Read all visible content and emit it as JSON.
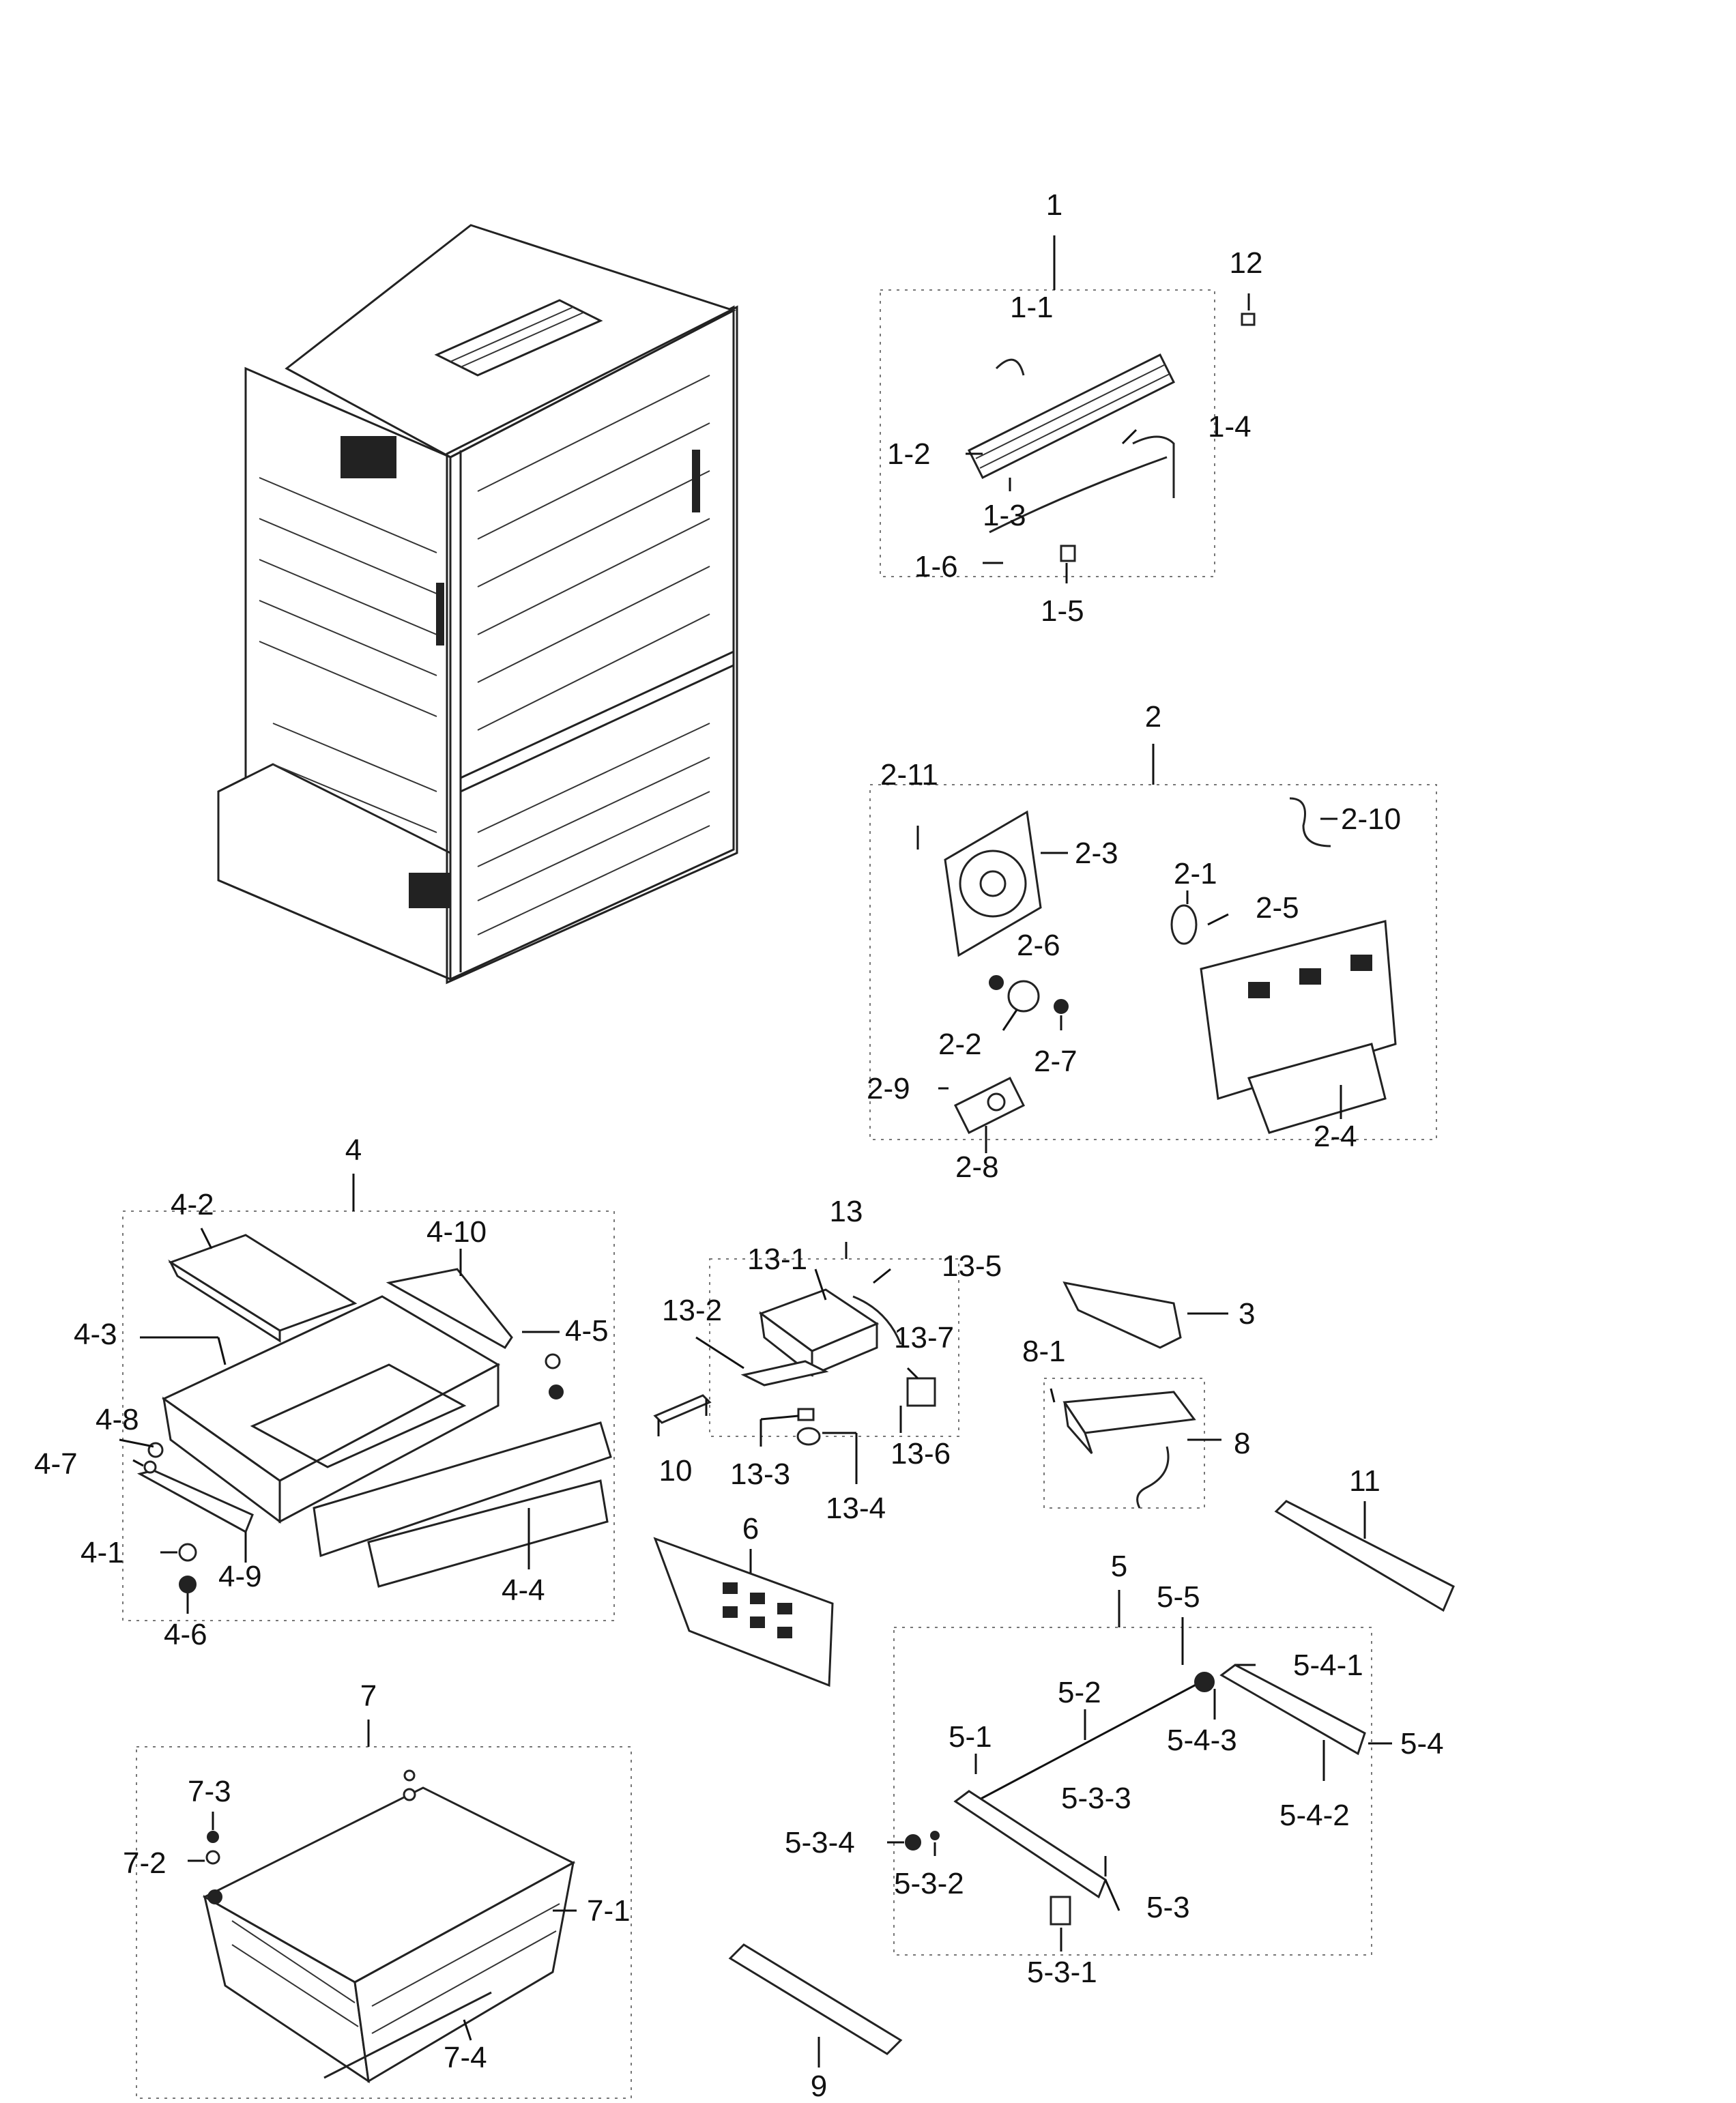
{
  "labels": {
    "l1": "1",
    "l1_1": "1-1",
    "l1_2": "1-2",
    "l1_3": "1-3",
    "l1_4": "1-4",
    "l1_5": "1-5",
    "l1_6": "1-6",
    "l12": "12",
    "l2": "2",
    "l2_1": "2-1",
    "l2_2": "2-2",
    "l2_3": "2-3",
    "l2_4": "2-4",
    "l2_5": "2-5",
    "l2_6": "2-6",
    "l2_7": "2-7",
    "l2_8": "2-8",
    "l2_9": "2-9",
    "l2_10": "2-10",
    "l2_11": "2-11",
    "l3": "3",
    "l4": "4",
    "l4_1": "4-1",
    "l4_2": "4-2",
    "l4_3": "4-3",
    "l4_4": "4-4",
    "l4_5": "4-5",
    "l4_6": "4-6",
    "l4_7": "4-7",
    "l4_8": "4-8",
    "l4_9": "4-9",
    "l4_10": "4-10",
    "l5": "5",
    "l5_1": "5-1",
    "l5_2": "5-2",
    "l5_3": "5-3",
    "l5_3_1": "5-3-1",
    "l5_3_2": "5-3-2",
    "l5_3_3": "5-3-3",
    "l5_3_4": "5-3-4",
    "l5_4": "5-4",
    "l5_4_1": "5-4-1",
    "l5_4_2": "5-4-2",
    "l5_4_3": "5-4-3",
    "l5_5": "5-5",
    "l6": "6",
    "l7": "7",
    "l7_1": "7-1",
    "l7_2": "7-2",
    "l7_3": "7-3",
    "l7_4": "7-4",
    "l8": "8",
    "l8_1": "8-1",
    "l9": "9",
    "l10": "10",
    "l11": "11",
    "l13": "13",
    "l13_1": "13-1",
    "l13_2": "13-2",
    "l13_3": "13-3",
    "l13_4": "13-4",
    "l13_5": "13-5",
    "l13_6": "13-6",
    "l13_7": "13-7"
  }
}
